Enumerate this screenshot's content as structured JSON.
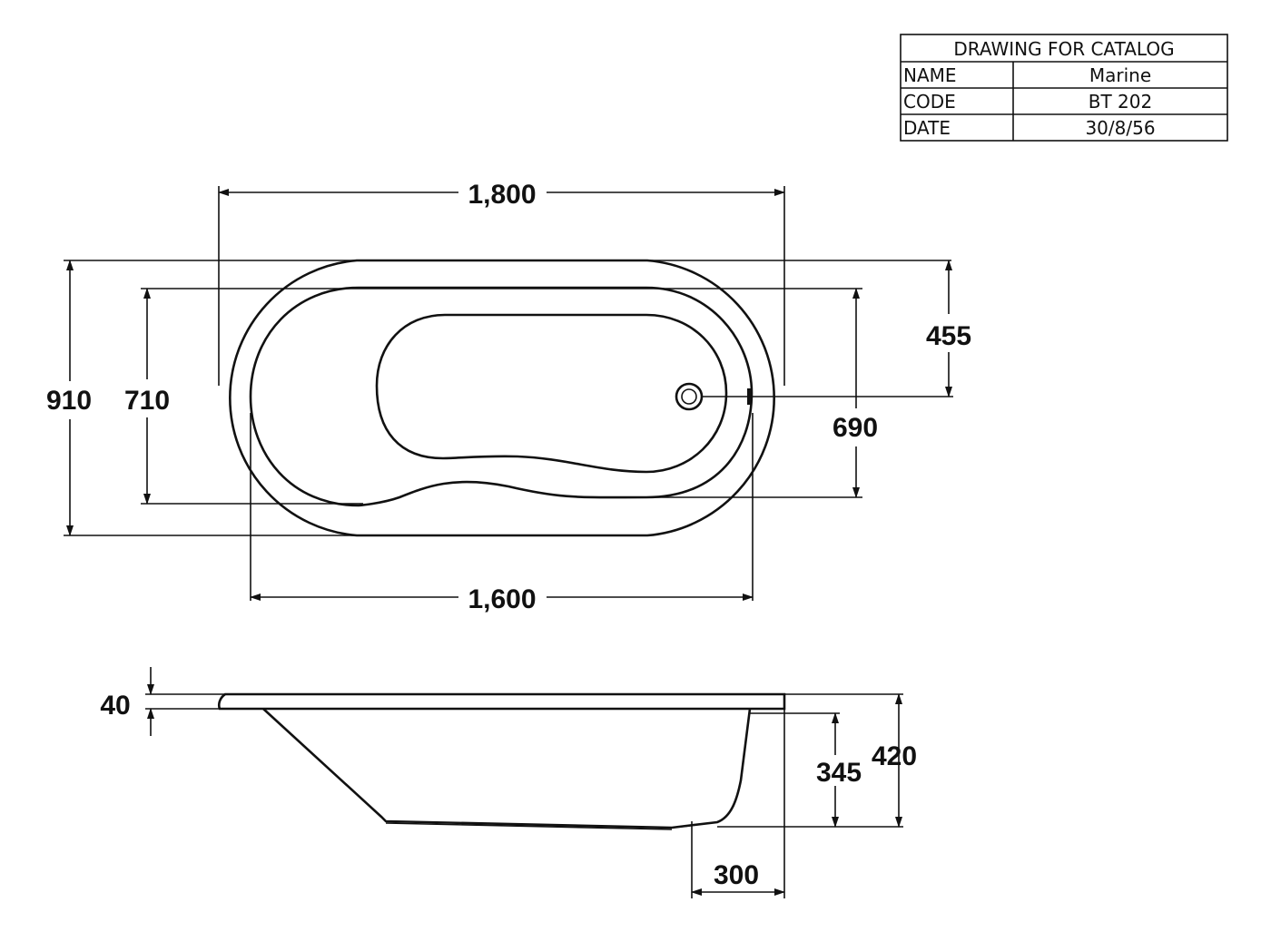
{
  "title_block": {
    "heading": "DRAWING FOR CATALOG",
    "rows": [
      {
        "label": "NAME",
        "value": "Marine"
      },
      {
        "label": "CODE",
        "value": "BT 202"
      },
      {
        "label": "DATE",
        "value": "30/8/56"
      }
    ]
  },
  "plan_view": {
    "overall_length": "1,800",
    "inner_length": "1,600",
    "overall_width": "910",
    "inner_width": "710",
    "drain_offset": "455",
    "basin_width": "690"
  },
  "side_view": {
    "rim_thickness": "40",
    "overall_height": "420",
    "basin_depth": "345",
    "base_offset": "300"
  }
}
